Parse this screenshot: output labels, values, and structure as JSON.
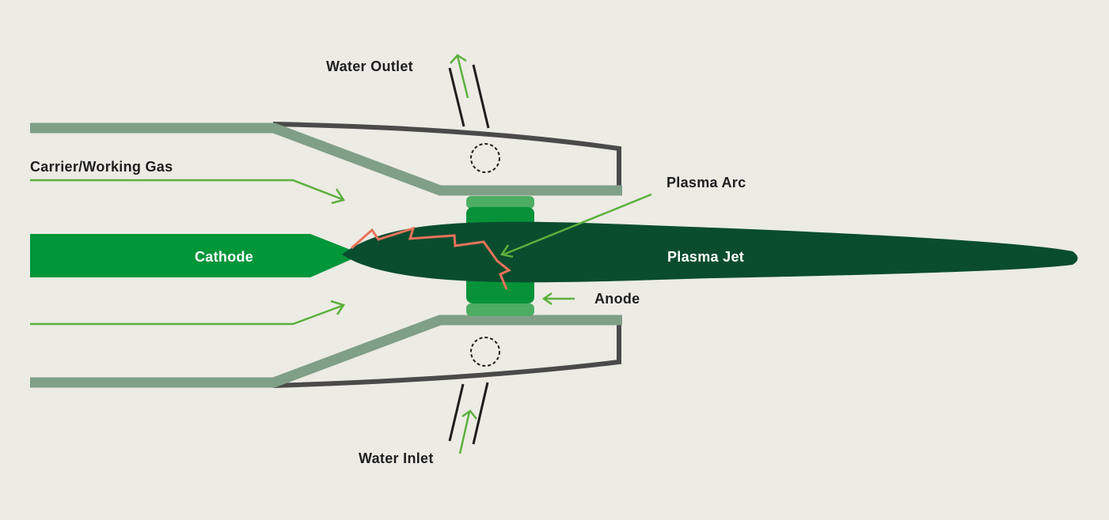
{
  "labels": {
    "water_outlet": "Water Outlet",
    "carrier_gas": "Carrier/Working Gas",
    "plasma_arc": "Plasma Arc",
    "cathode": "Cathode",
    "plasma_jet": "Plasma Jet",
    "anode": "Anode",
    "water_inlet": "Water Inlet"
  },
  "colors": {
    "background": "#ecebe4",
    "nozzle_wall": "#7f9f86",
    "outer_casing": "#4a4a4a",
    "cathode": "#00963a",
    "anode": "#07923a",
    "anode_ring": "#4cad63",
    "plasma_jet": "#094d2e",
    "arrows": "#5bb03c",
    "arc": "#e8735a"
  }
}
